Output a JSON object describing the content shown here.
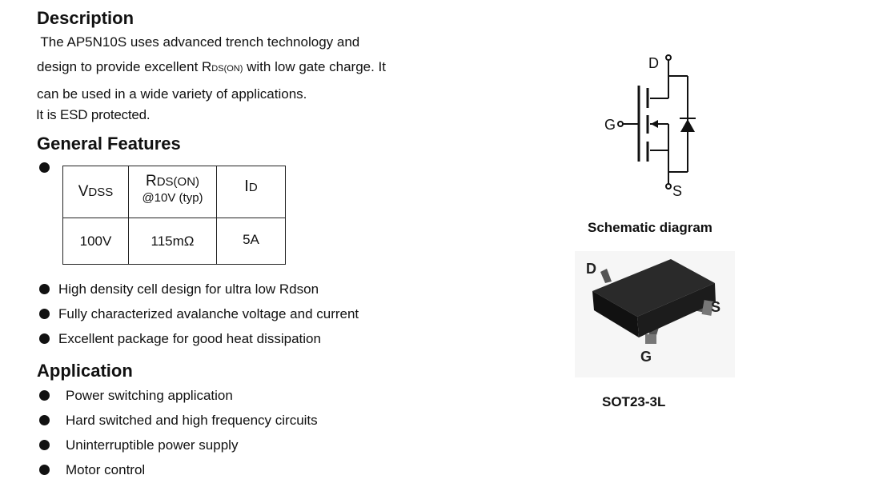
{
  "description": {
    "heading": "Description",
    "line1": " The AP5N10S uses advanced trench technology and",
    "line2_pre": "design to provide excellent R",
    "line2_sub": "DS(ON)",
    "line2_post": " with low gate charge. It",
    "line3": "can be used in a wide variety of applications.",
    "line4": "It is ESD protected."
  },
  "features": {
    "heading": "General Features",
    "table": {
      "h1_main": "V",
      "h1_sub": "DSS",
      "h2_main": "R",
      "h2_sub": "DS(ON)",
      "h2_line2_pre": "@",
      "h2_line2_val": "10V",
      "h2_line2_post": " (typ)",
      "h3_main": "I",
      "h3_sub": "D",
      "v1": "100V",
      "v2": "115mΩ",
      "v3": "5A"
    },
    "bullets": [
      "High density cell design for ultra low Rdson",
      "Fully characterized avalanche voltage and current",
      "Excellent package for good heat dissipation"
    ]
  },
  "application": {
    "heading": "Application",
    "bullets": [
      "Power switching application",
      "Hard switched and high frequency circuits",
      "Uninterruptible power supply",
      "Motor control"
    ]
  },
  "schematic": {
    "pin_d": "D",
    "pin_g": "G",
    "pin_s": "S",
    "caption": "Schematic diagram"
  },
  "package": {
    "pin_d": "D",
    "pin_s": "S",
    "pin_g": "G",
    "caption": "SOT23-3L"
  }
}
